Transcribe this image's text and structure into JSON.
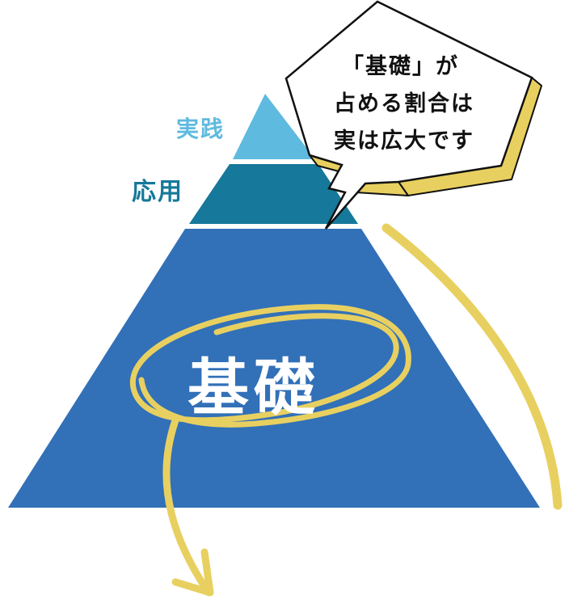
{
  "pyramid": {
    "levels": [
      {
        "label": "実践",
        "color": "#5fbadf"
      },
      {
        "label": "応用",
        "color": "#16789a"
      },
      {
        "label": "基礎",
        "color": "#3270b8"
      }
    ]
  },
  "bubble": {
    "lines": [
      "「基礎」が",
      "占める割合は",
      "実は広大です"
    ]
  },
  "colors": {
    "accent_yellow": "#e8d060",
    "outline": "#111111"
  }
}
